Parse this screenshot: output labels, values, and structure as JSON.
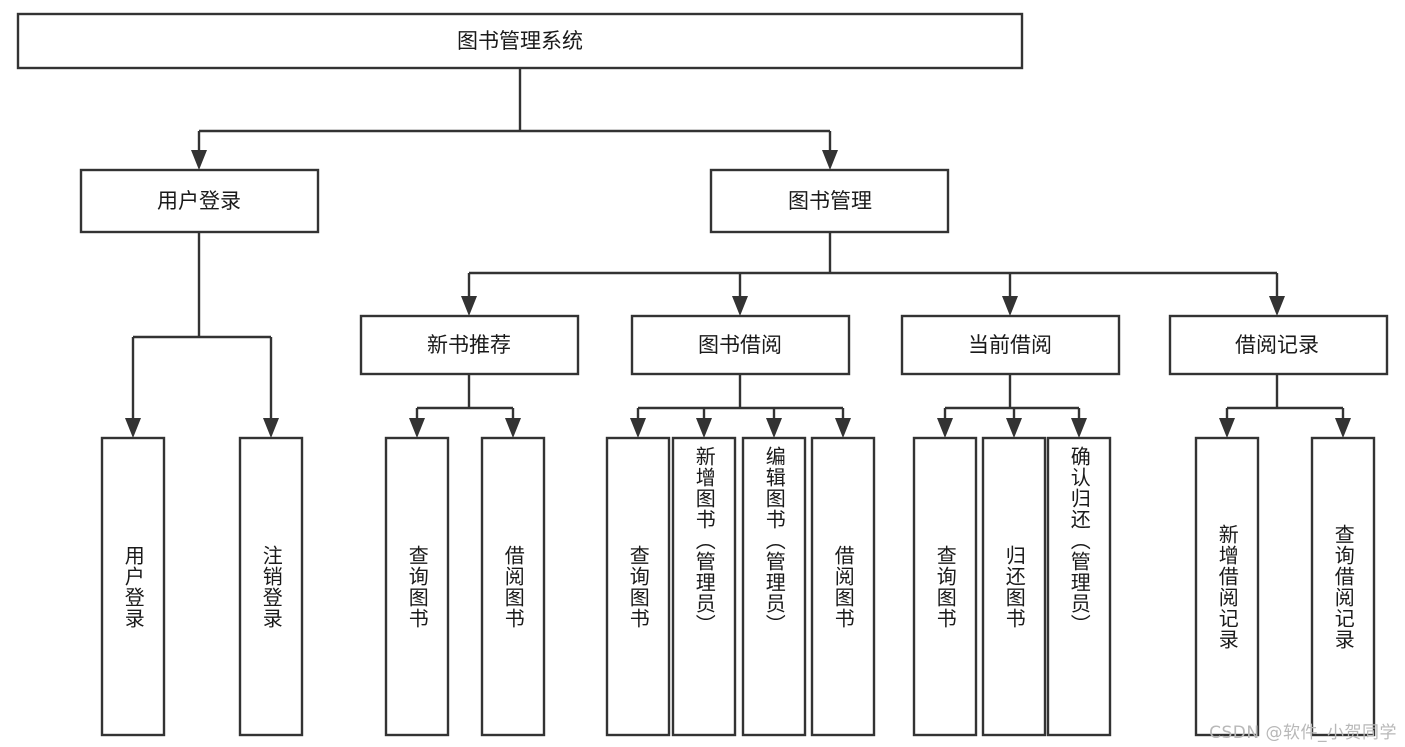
{
  "diagram": {
    "type": "tree-hierarchy",
    "title": "图书管理系统",
    "orientation": "top-down",
    "colors": {
      "box_stroke": "#333333",
      "box_fill": "#ffffff",
      "text": "#1a1a1a",
      "background": "#ffffff",
      "watermark": "#b8b8b8"
    },
    "root": {
      "label": "图书管理系统"
    },
    "level2": [
      {
        "label": "用户登录"
      },
      {
        "label": "图书管理"
      }
    ],
    "level3": [
      {
        "label": "新书推荐"
      },
      {
        "label": "图书借阅"
      },
      {
        "label": "当前借阅"
      },
      {
        "label": "借阅记录"
      }
    ],
    "leaves": {
      "user_login": [
        {
          "label": "用户登录"
        },
        {
          "label": "注销登录"
        }
      ],
      "new_book_recommend": [
        {
          "label": "查询图书"
        },
        {
          "label": "借阅图书"
        }
      ],
      "book_borrow": [
        {
          "label": "查询图书"
        },
        {
          "label": "新增图书（管理员）"
        },
        {
          "label": "编辑图书（管理员）"
        },
        {
          "label": "借阅图书"
        }
      ],
      "current_borrow": [
        {
          "label": "查询图书"
        },
        {
          "label": "归还图书"
        },
        {
          "label": "确认归还（管理员）"
        }
      ],
      "borrow_record": [
        {
          "label": "新增借阅记录"
        },
        {
          "label": "查询借阅记录"
        }
      ]
    },
    "watermark": "CSDN @软件_小贺同学"
  }
}
